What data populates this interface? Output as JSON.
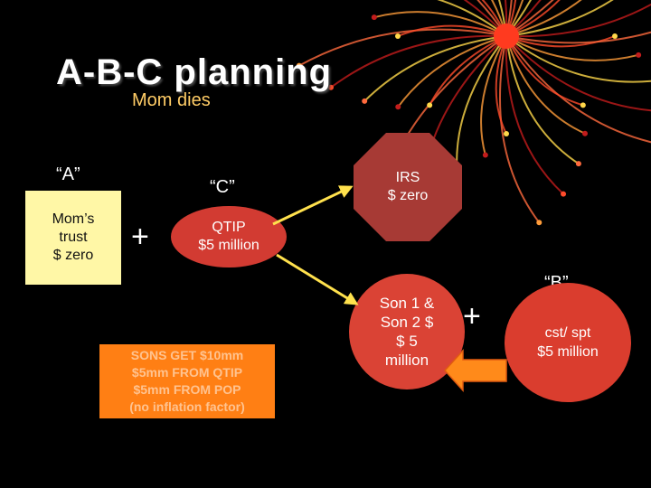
{
  "slide": {
    "title": "A-B-C planning",
    "subtitle": "Mom dies"
  },
  "nodes": {
    "a": {
      "quote_label": "“A”",
      "lines": [
        "Mom’s",
        "trust",
        "$ zero"
      ]
    },
    "c": {
      "quote_label": "“C”",
      "lines": [
        "QTIP",
        "$5 million"
      ]
    },
    "irs": {
      "lines": [
        "IRS",
        "$ zero"
      ]
    },
    "sons": {
      "lines": [
        "Son 1 &",
        "Son 2 $",
        "$ 5",
        "million"
      ]
    },
    "b": {
      "quote_label": "“B”",
      "lines": [
        "cst/ spt",
        "$5 million"
      ]
    },
    "summary": {
      "lines": [
        "SONS GET $10mm",
        "$5mm FROM QTIP",
        "$5mm FROM POP",
        "(no inflation factor)"
      ]
    }
  },
  "operators": {
    "plus_1": "+",
    "plus_2": "+"
  },
  "colors": {
    "background": "#000000",
    "trust_box": "#fff7a6",
    "qtip_ellipse": "#d23b32",
    "irs_octagon": "#a73a35",
    "sons_circle": "#da4335",
    "b_circle": "#da3d2e",
    "summary_box": "#ff7f14",
    "arrow": "#ffe14d",
    "subtitle": "#ffcc66"
  }
}
